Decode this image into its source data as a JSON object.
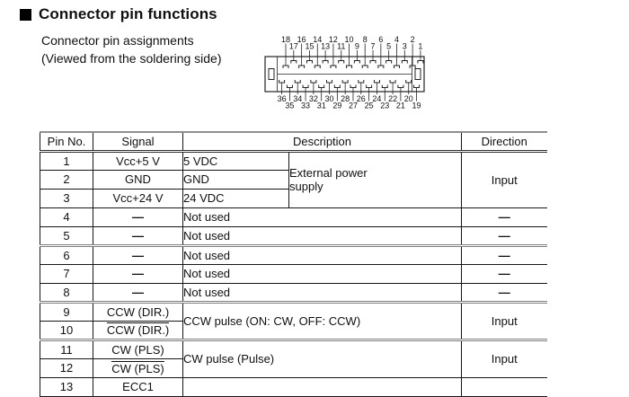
{
  "header": {
    "bullet": "■",
    "title": "Connector pin functions",
    "subtitle_line1": "Connector pin assignments",
    "subtitle_line2": "(Viewed from the soldering side)"
  },
  "connector": {
    "top_labels_upper": [
      "18",
      "16",
      "14",
      "12",
      "10",
      "8",
      "6",
      "4",
      "2"
    ],
    "top_labels_lower": [
      "17",
      "15",
      "13",
      "11",
      "9",
      "7",
      "5",
      "3",
      "1"
    ],
    "bottom_labels_upper": [
      "36",
      "34",
      "32",
      "30",
      "28",
      "26",
      "24",
      "22",
      "20"
    ],
    "bottom_labels_lower": [
      "35",
      "33",
      "31",
      "29",
      "27",
      "25",
      "23",
      "21",
      "19"
    ]
  },
  "table": {
    "headers": [
      "Pin No.",
      "Signal",
      "Description",
      "Direction"
    ],
    "dash": "—",
    "groups": [
      {
        "kind": "power",
        "shared_description": "External power\nsupply",
        "direction": "Input",
        "rows": [
          {
            "pin": "1",
            "signal": "Vcc+5 V",
            "description": "5 VDC"
          },
          {
            "pin": "2",
            "signal": "GND",
            "description": "GND"
          },
          {
            "pin": "3",
            "signal": "Vcc+24 V",
            "description": "24 VDC"
          }
        ]
      },
      {
        "kind": "unused",
        "description": "Not used",
        "rows": [
          {
            "pin": "4"
          },
          {
            "pin": "5"
          },
          {
            "pin": "6"
          },
          {
            "pin": "7"
          },
          {
            "pin": "8"
          }
        ]
      },
      {
        "kind": "pair",
        "description": "CCW pulse (ON: CW, OFF: CCW)",
        "direction": "Input",
        "rows": [
          {
            "pin": "9",
            "signal": "CCW (DIR.)",
            "overline": false
          },
          {
            "pin": "10",
            "signal": "CCW (DIR.)",
            "overline": true
          }
        ]
      },
      {
        "kind": "pair",
        "description": "CW pulse (Pulse)",
        "direction": "Input",
        "rows": [
          {
            "pin": "11",
            "signal": "CW (PLS)",
            "overline": false
          },
          {
            "pin": "12",
            "signal": "CW (PLS)",
            "overline": true
          }
        ]
      },
      {
        "kind": "partial",
        "rows": [
          {
            "pin": "13",
            "signal": "ECC1",
            "description": "",
            "direction": ""
          }
        ]
      }
    ]
  }
}
